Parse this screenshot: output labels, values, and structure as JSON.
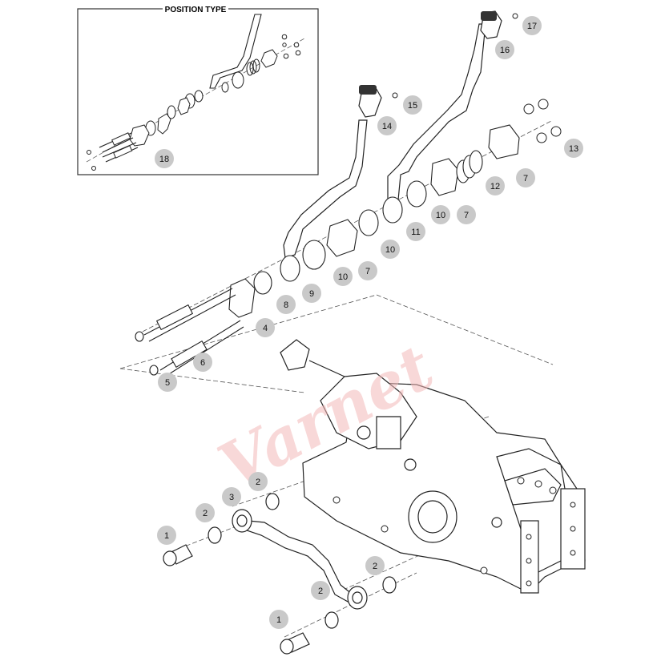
{
  "inset": {
    "title": "POSITION TYPE"
  },
  "watermark": {
    "text": "Varnet",
    "color": "#f2b8b8"
  },
  "callout_color": "#c9c9c9",
  "callouts": [
    {
      "id": "c18",
      "label": "18"
    },
    {
      "id": "c17",
      "label": "17"
    },
    {
      "id": "c16",
      "label": "16"
    },
    {
      "id": "c15",
      "label": "15"
    },
    {
      "id": "c14",
      "label": "14"
    },
    {
      "id": "c13",
      "label": "13"
    },
    {
      "id": "c12",
      "label": "12"
    },
    {
      "id": "c7a",
      "label": "7"
    },
    {
      "id": "c10a",
      "label": "10"
    },
    {
      "id": "c7b",
      "label": "7"
    },
    {
      "id": "c11",
      "label": "11"
    },
    {
      "id": "c10b",
      "label": "10"
    },
    {
      "id": "c10c",
      "label": "10"
    },
    {
      "id": "c7c",
      "label": "7"
    },
    {
      "id": "c9",
      "label": "9"
    },
    {
      "id": "c8",
      "label": "8"
    },
    {
      "id": "c4",
      "label": "4"
    },
    {
      "id": "c6",
      "label": "6"
    },
    {
      "id": "c5",
      "label": "5"
    },
    {
      "id": "c2a",
      "label": "2"
    },
    {
      "id": "c3",
      "label": "3"
    },
    {
      "id": "c2b",
      "label": "2"
    },
    {
      "id": "c1a",
      "label": "1"
    },
    {
      "id": "c2c",
      "label": "2"
    },
    {
      "id": "c2d",
      "label": "2"
    },
    {
      "id": "c1b",
      "label": "1"
    }
  ]
}
